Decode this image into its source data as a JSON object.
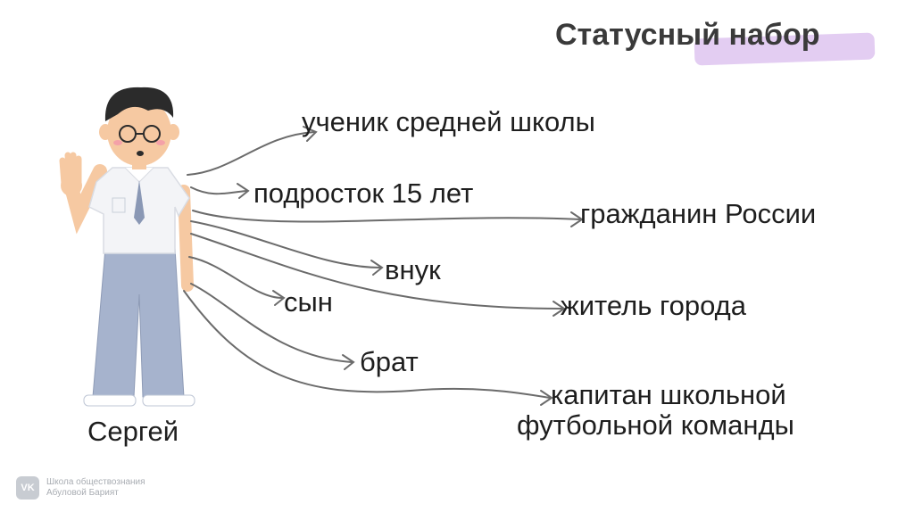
{
  "title": "Статусный набор",
  "person": {
    "name": "Сергей"
  },
  "statuses": [
    "ученик средней школы",
    "подросток 15 лет",
    "гражданин России",
    "внук",
    "сын",
    "житель города",
    "брат",
    "капитан школьной",
    "футбольной команды"
  ],
  "watermark": {
    "icon": "vk-logo-icon",
    "icon_text": "VK",
    "line1": "Школа обществознания",
    "line2": "Абуловой Барият"
  },
  "colors": {
    "highlight": "#e3cdf2",
    "arrow": "#6b6b6b",
    "text": "#1e1e1e"
  }
}
